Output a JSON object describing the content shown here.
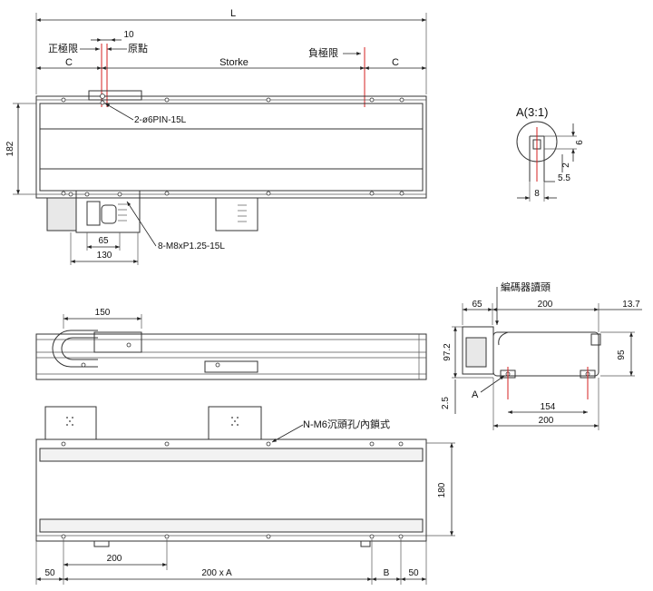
{
  "labels": {
    "total_length": "L",
    "dim_10": "10",
    "positive_limit": "正極限",
    "origin": "原點",
    "negative_limit": "負極限",
    "c_left": "C",
    "c_right": "C",
    "stroke": "Storke",
    "height_182": "182",
    "pin_callout": "2-ø6PIN-15L",
    "dim_65": "65",
    "dim_130": "130",
    "thread_callout": "8-M8xP1.25-15L",
    "detail_title": "A(3:1)",
    "detail_6": "6",
    "detail_2": "2",
    "detail_5_5": "5.5",
    "detail_8": "8",
    "side_150": "150",
    "encoder": "編碼器讀頭",
    "end_65": "65",
    "end_200_top": "200",
    "end_13_7": "13.7",
    "end_97_2": "97.2",
    "end_95": "95",
    "end_2_5": "2.5",
    "end_a": "A",
    "end_154": "154",
    "end_200_bottom": "200",
    "mount_callout": "N-M6沉頭孔/內鎖式",
    "height_180": "180",
    "bottom_50_left": "50",
    "bottom_200": "200",
    "bottom_200xa": "200 x A",
    "bottom_b": "B",
    "bottom_50_right": "50"
  },
  "colors": {
    "line": "#333333",
    "limit_marker": "#d42020",
    "background": "#ffffff"
  }
}
